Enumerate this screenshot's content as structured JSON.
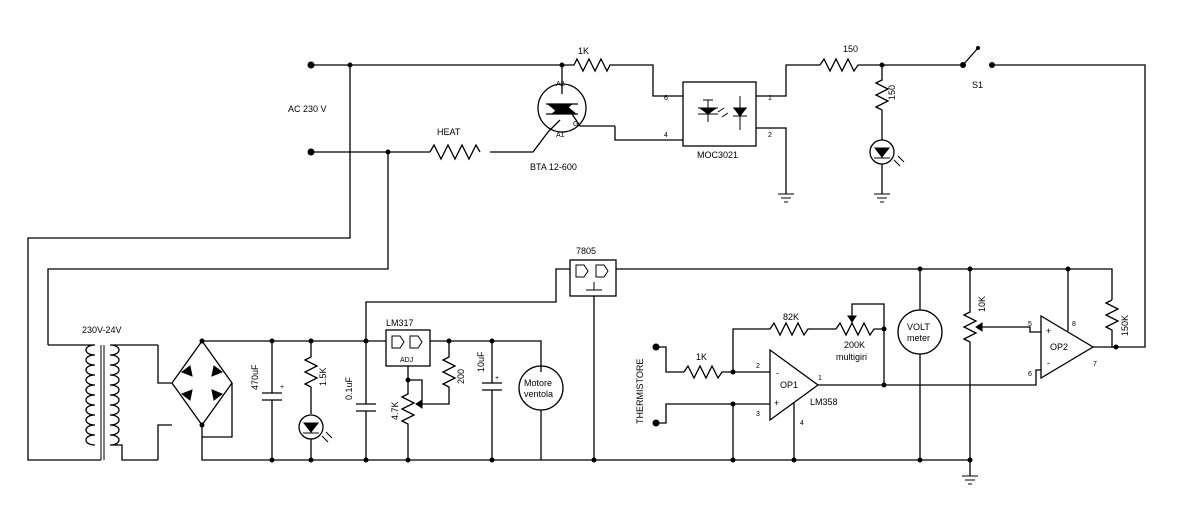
{
  "mains": {
    "label": "AC 230 V"
  },
  "heat": {
    "label": "HEAT"
  },
  "triac": {
    "label": "BTA 12-600",
    "pin_a2": "A2",
    "pin_a1": "A1",
    "pin_g": "G"
  },
  "r_gate": {
    "label": "1K"
  },
  "opto": {
    "label": "MOC3021",
    "pin6": "6",
    "pin4": "4",
    "pin1": "1",
    "pin2": "2"
  },
  "r_opto": {
    "label": "150"
  },
  "r_led": {
    "label": "150"
  },
  "switch": {
    "label": "S1"
  },
  "transformer": {
    "label": "230V-24V"
  },
  "cap_470": {
    "label": "470uF",
    "plus": "+"
  },
  "r_15k": {
    "label": "1.5K"
  },
  "cap_01": {
    "label": "0.1uF"
  },
  "lm317": {
    "label": "LM317",
    "adj": "ADJ"
  },
  "pot_47k": {
    "label": "4.7K"
  },
  "r_200": {
    "label": "200"
  },
  "cap_10": {
    "label": "10uF",
    "plus": "+"
  },
  "fan": {
    "line1": "Motore",
    "line2": "ventola"
  },
  "reg7805": {
    "label": "7805"
  },
  "thermistor": {
    "label": "THERMISTORE"
  },
  "r_1k_in": {
    "label": "1K"
  },
  "r_82k": {
    "label": "82K"
  },
  "pot_200k": {
    "label": "200K",
    "sub": "multigiri"
  },
  "op1": {
    "label": "OP1",
    "part": "LM358",
    "pin2": "2",
    "pin3": "3",
    "pin1": "1",
    "pin4": "4",
    "minus": "-",
    "plus": "+"
  },
  "voltmeter": {
    "line1": "VOLT",
    "line2": "meter"
  },
  "pot_10k": {
    "label": "10K"
  },
  "op2": {
    "label": "OP2",
    "pin5": "5",
    "pin6": "6",
    "pin7": "7",
    "pin8": "8",
    "minus": "-",
    "plus": "+"
  },
  "r_150k": {
    "label": "150K"
  }
}
